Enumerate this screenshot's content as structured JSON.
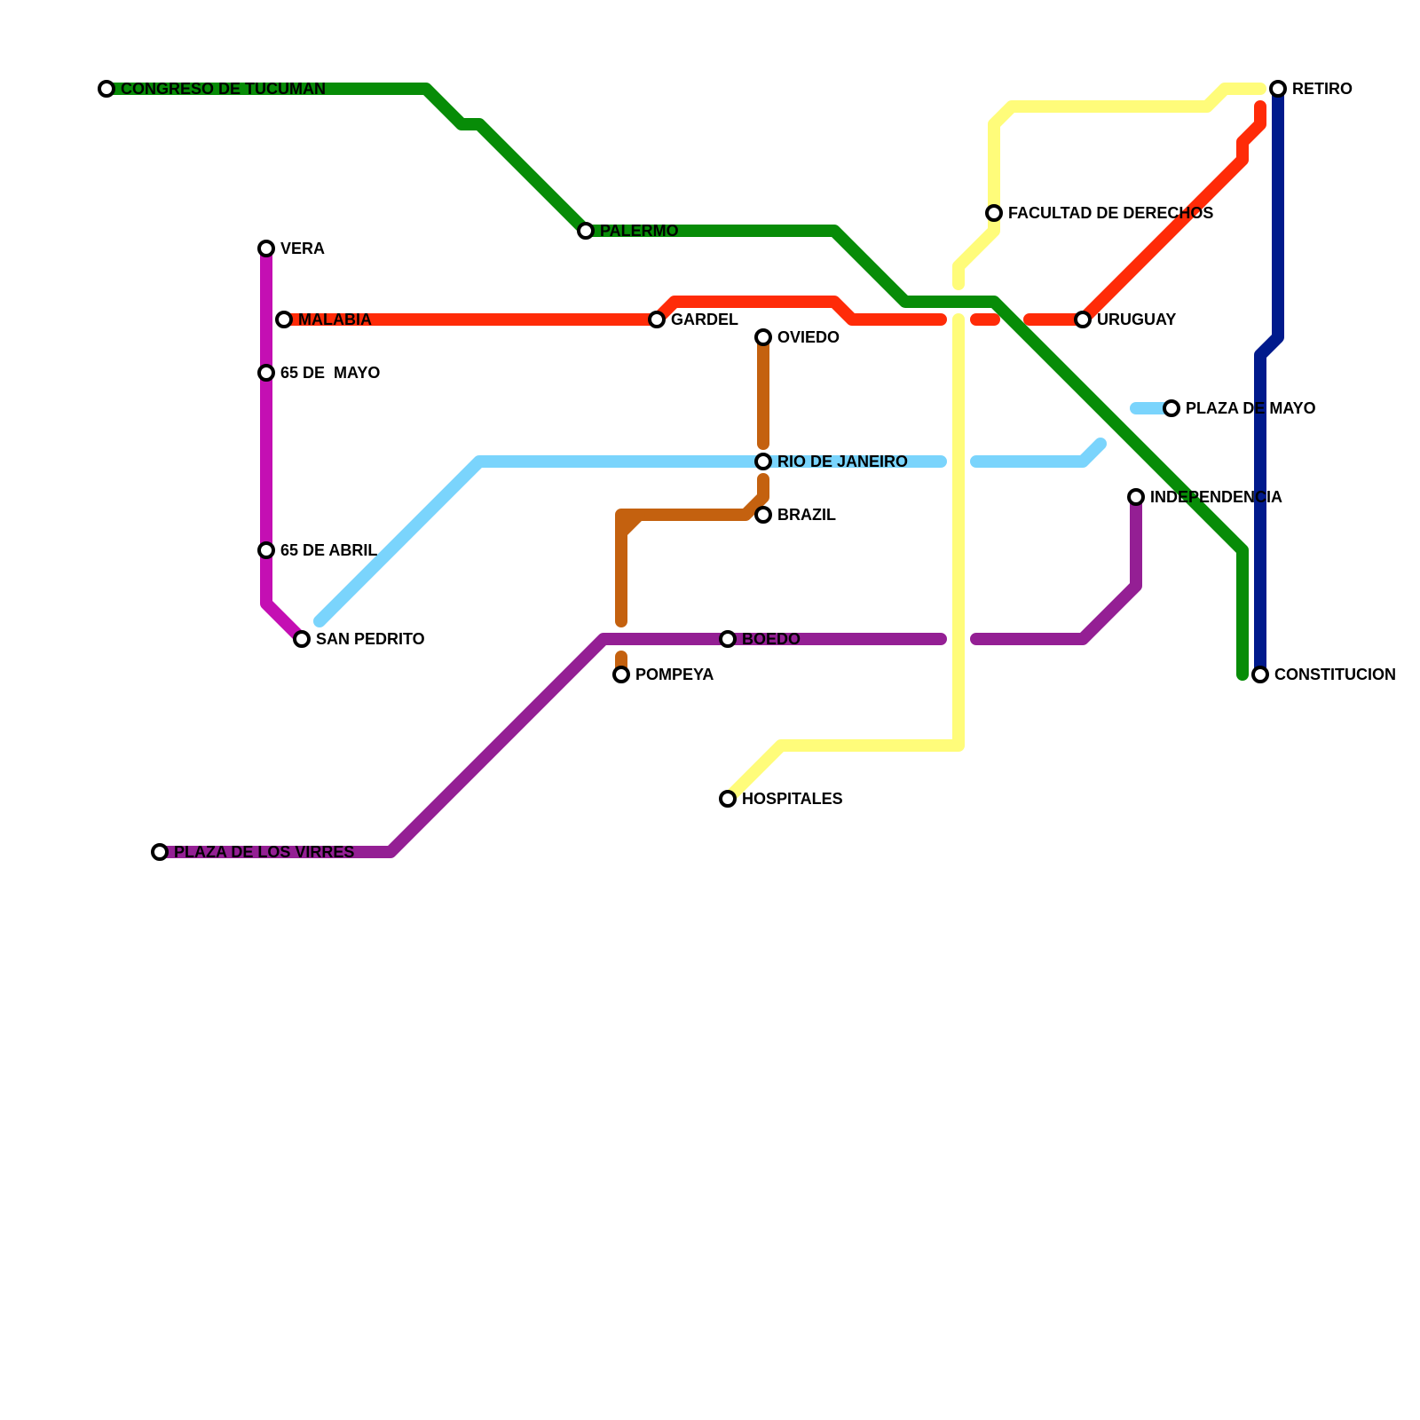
{
  "map": {
    "background": "#ffffff",
    "lines": [
      {
        "id": "green",
        "color": "#078c07"
      },
      {
        "id": "red",
        "color": "#ff2b08"
      },
      {
        "id": "yellow",
        "color": "#fffc7a"
      },
      {
        "id": "light-blue",
        "color": "#7ad4fc"
      },
      {
        "id": "brown",
        "color": "#c4610f"
      },
      {
        "id": "purple",
        "color": "#941f94"
      },
      {
        "id": "magenta",
        "color": "#c40fb3"
      },
      {
        "id": "navy",
        "color": "#001a8c"
      }
    ],
    "stations": [
      {
        "id": "congreso",
        "name": "CONGRESO DE TUCUMAN"
      },
      {
        "id": "palermo",
        "name": "PALERMO"
      },
      {
        "id": "vera",
        "name": "VERA"
      },
      {
        "id": "malabia",
        "name": "MALABIA"
      },
      {
        "id": "65-de-mayo",
        "name": "65 DE  MAYO"
      },
      {
        "id": "65-de-abril",
        "name": "65 DE ABRIL"
      },
      {
        "id": "san-pedrito",
        "name": "SAN PEDRITO"
      },
      {
        "id": "gardel",
        "name": "GARDEL"
      },
      {
        "id": "oviedo",
        "name": "OVIEDO"
      },
      {
        "id": "rio-de-janeiro",
        "name": "RIO DE JANEIRO"
      },
      {
        "id": "brazil",
        "name": "BRAZIL"
      },
      {
        "id": "boedo",
        "name": "BOEDO"
      },
      {
        "id": "pompeya",
        "name": "POMPEYA"
      },
      {
        "id": "hospitales",
        "name": "HOSPITALES"
      },
      {
        "id": "plaza-virres",
        "name": "PLAZA DE LOS VIRRES"
      },
      {
        "id": "facultad",
        "name": "FACULTAD DE DERECHOS"
      },
      {
        "id": "uruguay",
        "name": "URUGUAY"
      },
      {
        "id": "plaza-de-mayo",
        "name": "PLAZA DE MAYO"
      },
      {
        "id": "independencia",
        "name": "INDEPENDENCIA"
      },
      {
        "id": "retiro",
        "name": "RETIRO"
      },
      {
        "id": "constitucion",
        "name": "CONSTITUCION"
      }
    ]
  }
}
